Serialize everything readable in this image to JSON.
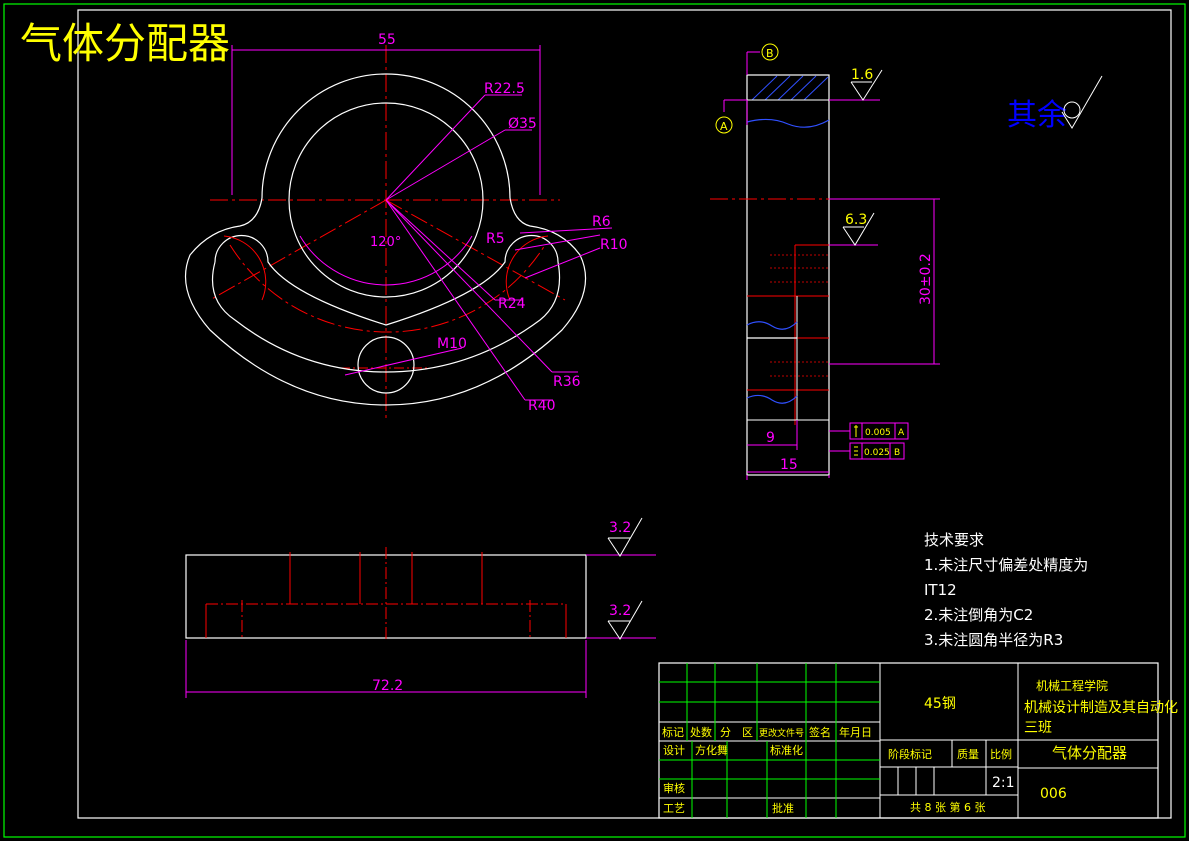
{
  "title": "气体分配器",
  "surface_rest": "其余",
  "datum_a": "A",
  "datum_b": "B",
  "dims": {
    "d55": "55",
    "r22_5": "R22.5",
    "d35": "Ø35",
    "r6": "R6",
    "r5": "R5",
    "r10": "R10",
    "ang120": "120°",
    "r24": "R24",
    "m10": "M10",
    "r36": "R36",
    "r40": "R40",
    "d72_2": "72.2",
    "d30": "30±0.2",
    "d9": "9",
    "d15": "15"
  },
  "roughness": {
    "r1_6": "1.6",
    "r6_3": "6.3",
    "r3_2a": "3.2",
    "r3_2b": "3.2"
  },
  "tolerance": {
    "t1_value": "0.005",
    "t1_datum": "A",
    "t2_value": "0.025",
    "t2_datum": "B"
  },
  "tech": {
    "heading": "技术要求",
    "line1": "1.未注尺寸偏差处精度为",
    "line2": "IT12",
    "line3": "2.未注倒角为C2",
    "line4": "3.未注圆角半径为R3"
  },
  "titleblock": {
    "material": "45钢",
    "school": "机械工程学院",
    "major": "机械设计制造及其自动化",
    "class": "三班",
    "part_name": "气体分配器",
    "drawing_no": "006",
    "scale": "2:1",
    "sheets": "共 8 张 第 6 张",
    "h_biaoji": "标记",
    "h_chushu": "处数",
    "h_fenqu": "分　区",
    "h_gengai": "更改文件号",
    "h_qianming": "签名",
    "h_nianyueri": "年月日",
    "h_sheji": "设计",
    "designer": "方化舞",
    "h_biaozhunhua": "标准化",
    "h_jieduan": "阶段标记",
    "h_zhiliang": "质量",
    "h_bili": "比例",
    "h_shenhe": "审核",
    "h_gongyi": "工艺",
    "h_pizhun": "批准"
  }
}
